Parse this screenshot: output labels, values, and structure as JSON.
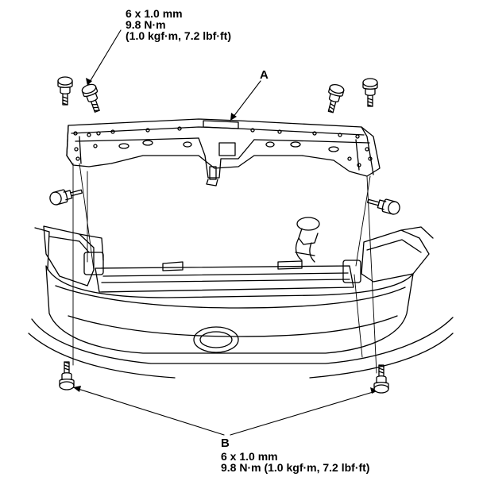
{
  "top_spec": {
    "size": "6 x 1.0 mm",
    "torque_nm": "9.8 N·m",
    "torque_alt": "(1.0 kgf·m, 7.2 lbf·ft)"
  },
  "label_a": "A",
  "label_b": "B",
  "bottom_spec": {
    "size": "6 x 1.0 mm",
    "torque": "9.8 N·m (1.0 kgf·m, 7.2 lbf·ft)"
  }
}
